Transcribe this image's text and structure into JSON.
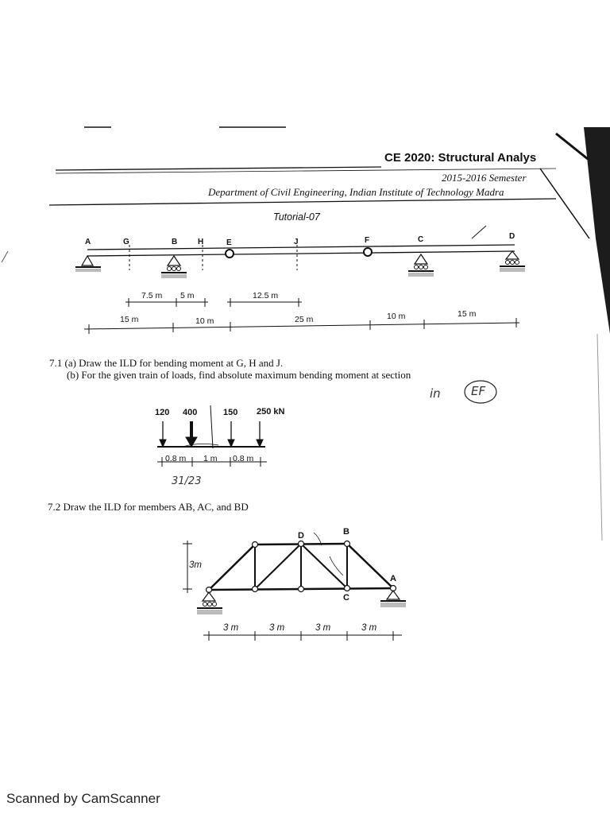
{
  "header": {
    "course_title": "CE 2020: Structural Analys",
    "semester": "2015-2016 Semester",
    "department": "Department of Civil Engineering, Indian Institute of Technology Madra",
    "tutorial": "Tutorial-07"
  },
  "beam": {
    "support_labels": [
      "A",
      "G",
      "B",
      "H",
      "E",
      "J",
      "F",
      "C",
      "D"
    ],
    "dims_top": [
      "7.5 m",
      "5 m",
      "12.5 m"
    ],
    "dims_bottom": [
      "15 m",
      "10 m",
      "25 m",
      "10 m",
      "15 m"
    ]
  },
  "q71": {
    "part_a": "7.1 (a) Draw the ILD for bending moment at G, H and J.",
    "part_b": "(b) For the given train of loads, find absolute maximum bending moment at section",
    "handwritten_in": "in",
    "handwritten_ef": "EF",
    "loads": [
      "120",
      "400",
      "150",
      "250 kN"
    ],
    "load_spacings": [
      "0.8 m",
      "1 m",
      "0.8 m"
    ],
    "handwritten_note": "31/23"
  },
  "q72": {
    "text": "7.2 Draw the ILD for members AB, AC, and BD",
    "node_labels": [
      "D",
      "B",
      "A",
      "C"
    ],
    "height_label": "3m",
    "spans": [
      "3 m",
      "3 m",
      "3 m",
      "3 m"
    ]
  },
  "footer": {
    "scanner": "Scanned by CamScanner"
  }
}
